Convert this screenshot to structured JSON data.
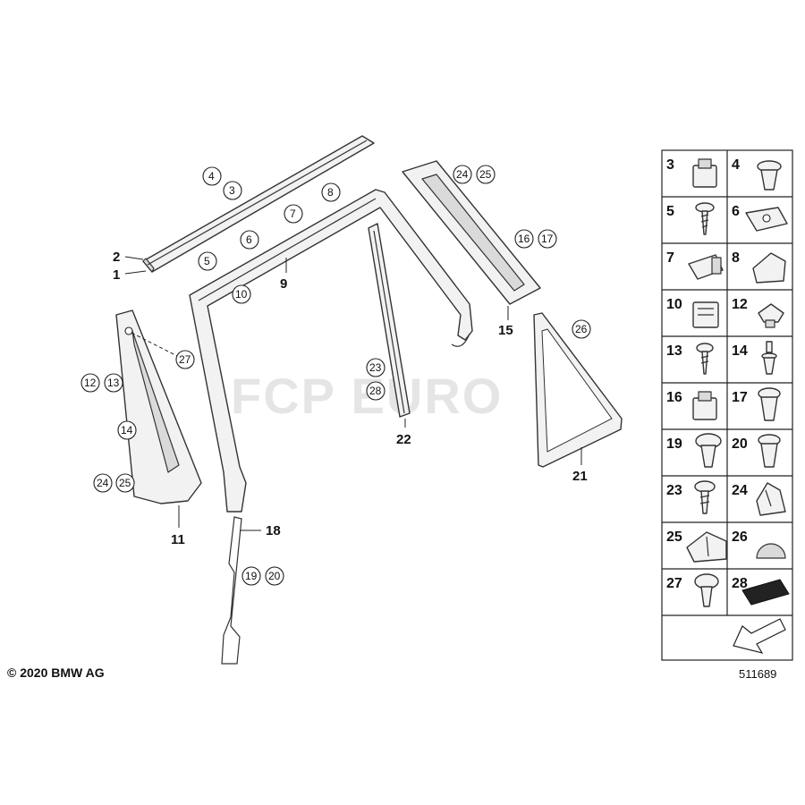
{
  "watermark": "FCP EURO",
  "copyright": "© 2020 BMW AG",
  "diagram_number": "511689",
  "callouts": {
    "c1": "1",
    "c2": "2",
    "c3": "3",
    "c4": "4",
    "c5": "5",
    "c6": "6",
    "c7": "7",
    "c8": "8",
    "c9": "9",
    "c10": "10",
    "c11": "11",
    "c12": "12",
    "c13": "13",
    "c14": "14",
    "c15": "15",
    "c16": "16",
    "c17": "17",
    "c18": "18",
    "c19": "19",
    "c20": "20",
    "c21": "21",
    "c22": "22",
    "c23": "23",
    "c24": "24",
    "c25": "25",
    "c26": "26",
    "c27": "27",
    "c28": "28",
    "c24b": "24",
    "c25b": "25"
  },
  "legend": [
    {
      "id": "3",
      "icon": "clip-icon"
    },
    {
      "id": "4",
      "icon": "expanding-rivet-icon"
    },
    {
      "id": "5",
      "icon": "screw-icon"
    },
    {
      "id": "6",
      "icon": "spring-nut-icon"
    },
    {
      "id": "7",
      "icon": "clip-icon"
    },
    {
      "id": "8",
      "icon": "clip-icon"
    },
    {
      "id": "10",
      "icon": "clip-icon"
    },
    {
      "id": "12",
      "icon": "nut-icon"
    },
    {
      "id": "13",
      "icon": "screw-icon"
    },
    {
      "id": "14",
      "icon": "push-rivet-icon"
    },
    {
      "id": "16",
      "icon": "clip-icon"
    },
    {
      "id": "17",
      "icon": "expanding-rivet-icon"
    },
    {
      "id": "19",
      "icon": "expanding-rivet-icon"
    },
    {
      "id": "20",
      "icon": "expanding-rivet-icon"
    },
    {
      "id": "23",
      "icon": "bolt-icon"
    },
    {
      "id": "24",
      "icon": "clip-icon"
    },
    {
      "id": "25",
      "icon": "clip-icon"
    },
    {
      "id": "26",
      "icon": "cap-icon"
    },
    {
      "id": "27",
      "icon": "bolt-icon"
    },
    {
      "id": "28",
      "icon": "pad-icon"
    }
  ]
}
